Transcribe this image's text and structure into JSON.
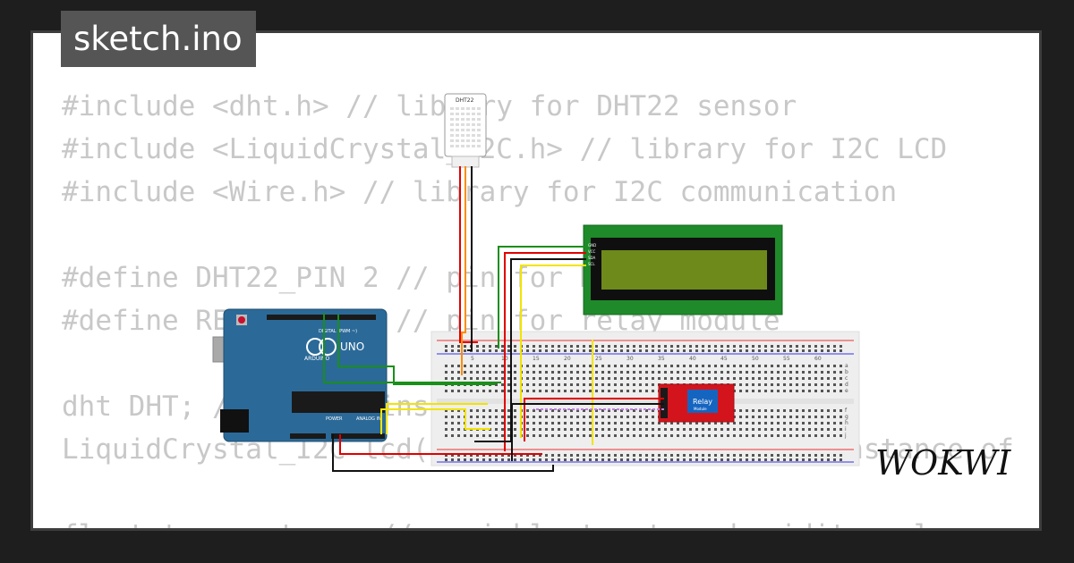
{
  "tab": {
    "filename": "sketch.ino"
  },
  "code": {
    "lines": [
      "#include <dht.h> // library for DHT22 sensor",
      "#include <LiquidCrystal_I2C.h> // library for I2C LCD",
      "#include <Wire.h> // library for I2C communication",
      "",
      "#define DHT22_PIN 2 // pin for DHT22 sensor",
      "#define RELAY_PIN 3 // pin for relay module",
      "",
      "dht DHT; // create instance of dht class",
      "LiquidCrystal_I2C lcd(0x27, 16, 2); // create instance of",
      "",
      "float temperature; // variable to store humidity value"
    ]
  },
  "circuit": {
    "dht_label": "DHT22",
    "arduino": {
      "logo": "UNO",
      "brand": "ARDUINO",
      "digital": "DIGITAL (PWM ~)",
      "power": "POWER",
      "analog": "ANALOG IN"
    },
    "relay": {
      "label": "Relay",
      "sublabel": "Module"
    },
    "lcd_pins": [
      "GND",
      "VCC",
      "SDA",
      "SCL"
    ],
    "breadboard_numbers": [
      "5",
      "10",
      "15",
      "20",
      "25",
      "30",
      "35",
      "40",
      "45",
      "50",
      "55",
      "60"
    ],
    "breadboard_rows": [
      "a",
      "b",
      "c",
      "d",
      "e",
      "f",
      "g",
      "h",
      "i",
      "j"
    ]
  },
  "brand": {
    "name": "WOKWI"
  },
  "colors": {
    "background": "#1e1e1e",
    "tab": "#555555",
    "arduino": "#2b6a98",
    "lcd": "#1f8a2a",
    "relay": "#d4141c",
    "wire_red": "#e00000",
    "wire_green": "#1a8f1a",
    "wire_yellow": "#f2e400"
  }
}
